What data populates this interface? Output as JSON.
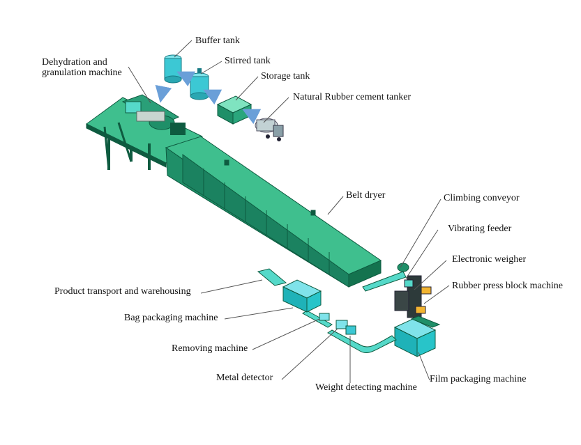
{
  "labels": {
    "buffer_tank": "Buffer tank",
    "stirred_tank": "Stirred tank",
    "storage_tank": "Storage tank",
    "cement_tanker": "Natural Rubber cement tanker",
    "dehydration": "Dehydration and granulation machine",
    "belt_dryer": "Belt dryer",
    "climbing_conveyor": "Climbing conveyor",
    "vibrating_feeder": "Vibrating feeder",
    "electronic_weigher": "Electronic weigher",
    "press_block": "Rubber press block machine",
    "product_transport": "Product transport and warehousing",
    "bag_packaging": "Bag packaging machine",
    "removing_machine": "Removing machine",
    "metal_detector": "Metal detector",
    "weight_detecting": "Weight detecting machine",
    "film_packaging": "Film packaging machine"
  },
  "colors": {
    "equipment_green": "#1f8f68",
    "equipment_dark": "#0e5b40",
    "equipment_light": "#3fbf8e",
    "conveyor_cyan": "#55d9c9",
    "tank_cyan": "#3cc8d4",
    "flow_arrow": "#6a9fd8"
  }
}
